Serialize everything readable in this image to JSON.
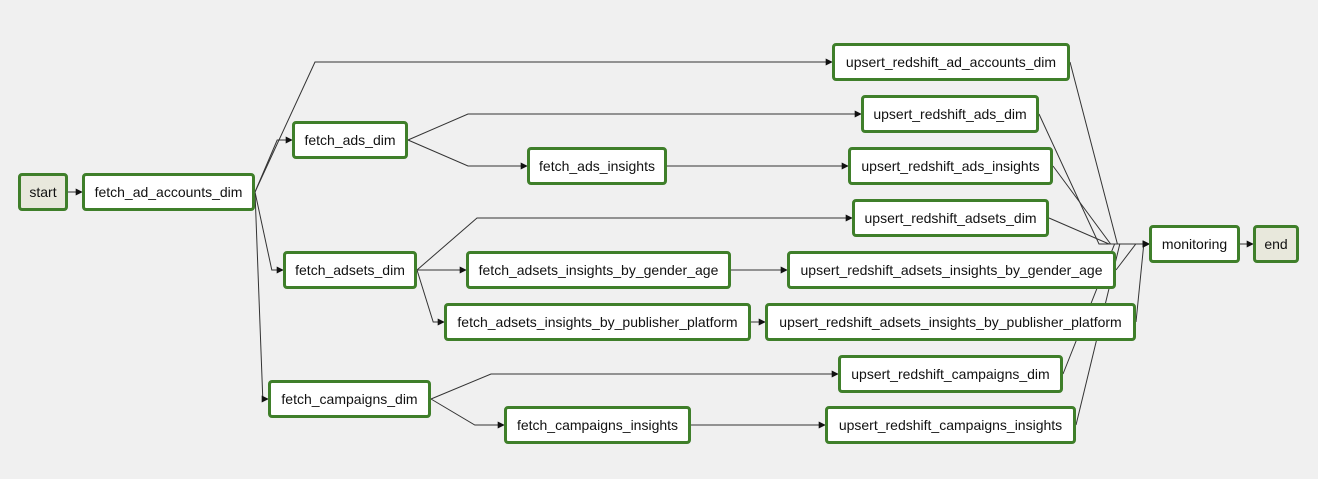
{
  "colors": {
    "background": "#f0f0f0",
    "task_border": "#3f7f2a",
    "task_fill": "#ffffff",
    "empty_op_fill": "#e8e8dc",
    "edge": "#333333"
  },
  "nodes": {
    "start": {
      "label": "start",
      "kind": "empty-operator"
    },
    "fetch_ad_accounts_dim": {
      "label": "fetch_ad_accounts_dim",
      "kind": "task"
    },
    "upsert_redshift_ad_accounts_dim": {
      "label": "upsert_redshift_ad_accounts_dim",
      "kind": "task"
    },
    "fetch_ads_dim": {
      "label": "fetch_ads_dim",
      "kind": "task"
    },
    "upsert_redshift_ads_dim": {
      "label": "upsert_redshift_ads_dim",
      "kind": "task"
    },
    "fetch_ads_insights": {
      "label": "fetch_ads_insights",
      "kind": "task"
    },
    "upsert_redshift_ads_insights": {
      "label": "upsert_redshift_ads_insights",
      "kind": "task"
    },
    "upsert_redshift_adsets_dim": {
      "label": "upsert_redshift_adsets_dim",
      "kind": "task"
    },
    "fetch_adsets_dim": {
      "label": "fetch_adsets_dim",
      "kind": "task"
    },
    "fetch_adsets_insights_by_gender_age": {
      "label": "fetch_adsets_insights_by_gender_age",
      "kind": "task"
    },
    "upsert_redshift_adsets_insights_by_gender_age": {
      "label": "upsert_redshift_adsets_insights_by_gender_age",
      "kind": "task"
    },
    "fetch_adsets_insights_by_publisher_platform": {
      "label": "fetch_adsets_insights_by_publisher_platform",
      "kind": "task"
    },
    "upsert_redshift_adsets_insights_by_publisher_platform": {
      "label": "upsert_redshift_adsets_insights_by_publisher_platform",
      "kind": "task"
    },
    "upsert_redshift_campaigns_dim": {
      "label": "upsert_redshift_campaigns_dim",
      "kind": "task"
    },
    "fetch_campaigns_dim": {
      "label": "fetch_campaigns_dim",
      "kind": "task"
    },
    "fetch_campaigns_insights": {
      "label": "fetch_campaigns_insights",
      "kind": "task"
    },
    "upsert_redshift_campaigns_insights": {
      "label": "upsert_redshift_campaigns_insights",
      "kind": "task"
    },
    "monitoring": {
      "label": "monitoring",
      "kind": "task"
    },
    "end": {
      "label": "end",
      "kind": "empty-operator"
    }
  },
  "edges": [
    [
      "start",
      "fetch_ad_accounts_dim"
    ],
    [
      "fetch_ad_accounts_dim",
      "upsert_redshift_ad_accounts_dim"
    ],
    [
      "fetch_ad_accounts_dim",
      "fetch_ads_dim"
    ],
    [
      "fetch_ad_accounts_dim",
      "fetch_adsets_dim"
    ],
    [
      "fetch_ad_accounts_dim",
      "fetch_campaigns_dim"
    ],
    [
      "fetch_ads_dim",
      "upsert_redshift_ads_dim"
    ],
    [
      "fetch_ads_dim",
      "fetch_ads_insights"
    ],
    [
      "fetch_ads_insights",
      "upsert_redshift_ads_insights"
    ],
    [
      "fetch_adsets_dim",
      "upsert_redshift_adsets_dim"
    ],
    [
      "fetch_adsets_dim",
      "fetch_adsets_insights_by_gender_age"
    ],
    [
      "fetch_adsets_dim",
      "fetch_adsets_insights_by_publisher_platform"
    ],
    [
      "fetch_adsets_insights_by_gender_age",
      "upsert_redshift_adsets_insights_by_gender_age"
    ],
    [
      "fetch_adsets_insights_by_publisher_platform",
      "upsert_redshift_adsets_insights_by_publisher_platform"
    ],
    [
      "fetch_campaigns_dim",
      "upsert_redshift_campaigns_dim"
    ],
    [
      "fetch_campaigns_dim",
      "fetch_campaigns_insights"
    ],
    [
      "fetch_campaigns_insights",
      "upsert_redshift_campaigns_insights"
    ],
    [
      "upsert_redshift_ad_accounts_dim",
      "monitoring"
    ],
    [
      "upsert_redshift_ads_dim",
      "monitoring"
    ],
    [
      "upsert_redshift_ads_insights",
      "monitoring"
    ],
    [
      "upsert_redshift_adsets_dim",
      "monitoring"
    ],
    [
      "upsert_redshift_adsets_insights_by_gender_age",
      "monitoring"
    ],
    [
      "upsert_redshift_adsets_insights_by_publisher_platform",
      "monitoring"
    ],
    [
      "upsert_redshift_campaigns_dim",
      "monitoring"
    ],
    [
      "upsert_redshift_campaigns_insights",
      "monitoring"
    ],
    [
      "monitoring",
      "end"
    ]
  ]
}
